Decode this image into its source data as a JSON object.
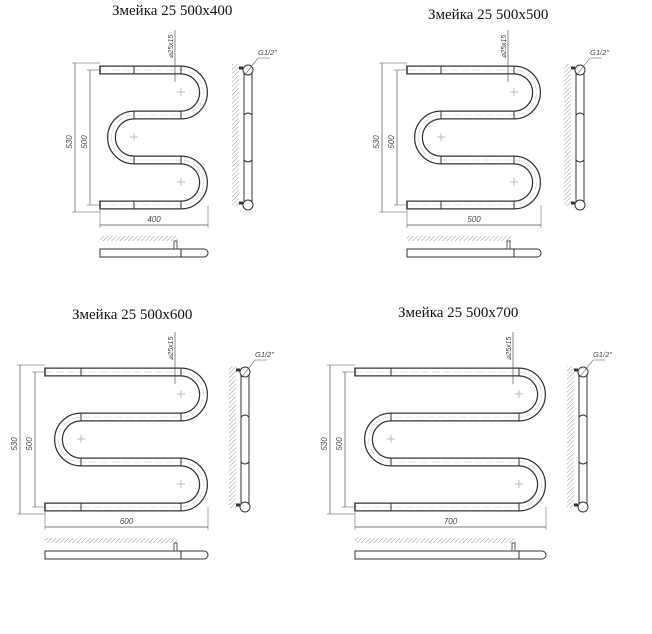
{
  "panels": [
    {
      "title": "Змейка 25 500х400",
      "height_label": "530",
      "axis_label": "500",
      "width_label": "400",
      "pipe_label": "⌀25х15",
      "thread_label": "G1/2\""
    },
    {
      "title": "Змейка 25 500х500",
      "height_label": "530",
      "axis_label": "500",
      "width_label": "500",
      "pipe_label": "⌀25х15",
      "thread_label": "G1/2\""
    },
    {
      "title": "Змейка 25 500х600",
      "height_label": "530",
      "axis_label": "500",
      "width_label": "600",
      "pipe_label": "⌀25х15",
      "thread_label": "G1/2\""
    },
    {
      "title": "Змейка 25 500х700",
      "height_label": "530",
      "axis_label": "500",
      "width_label": "700",
      "pipe_label": "⌀25х15",
      "thread_label": "G1/2\""
    }
  ]
}
